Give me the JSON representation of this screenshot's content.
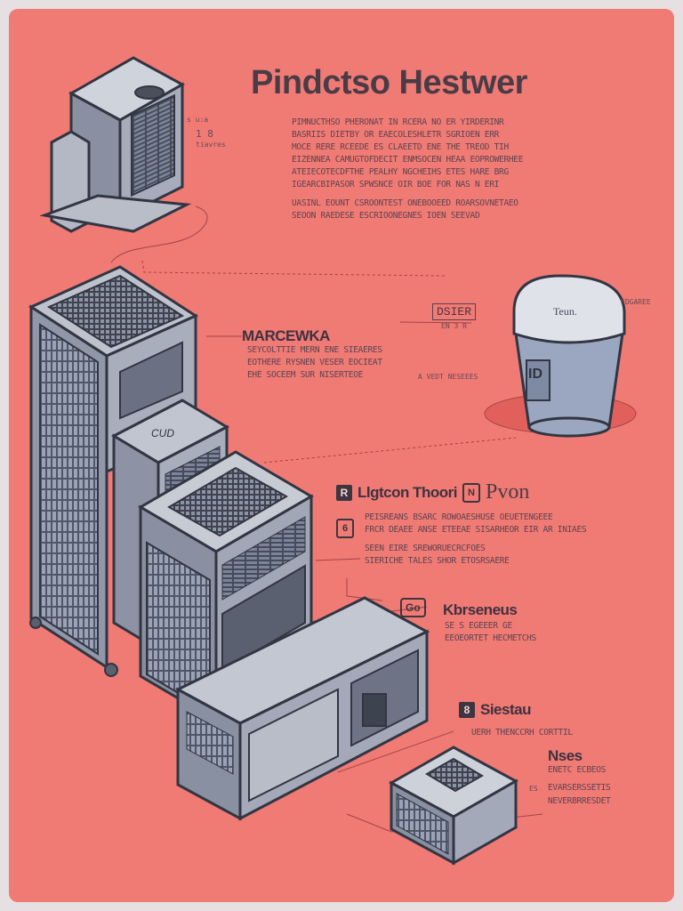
{
  "title": "Pindctso Hestwer",
  "sections": {
    "top_label_lines": [
      "s u:a",
      "1 8",
      "tiavres"
    ],
    "intro_lines": [
      "PIMNUCTHSO PHERONAT IN RCERA NO ER YIRDERINR",
      "BASRIIS DIETBY OR EAECOLESHLETR SGRIOEN ERR",
      "MOCE RERE RCEEDE ES CLAEETD ENE THE TREOD TIH",
      "EIZENNEA CAMUGTOFDECIT ENMSOCEN HEAA EOPROWERHEE",
      "ATEIECOTECDFTHE PEALHY NGCHEIHS ETES HARE BRG",
      "IGEARCBIPASOR SPWSNCE OIR BOE FOR NAS N ERI",
      "UASINL EOUNT CSROONTEST ONEBOOEED ROARSOVNETAEO",
      "SEOON RAEDESE ESCRIOONEGNES IOEN SEEVAD"
    ],
    "marketing_heading": "MARCEWKA",
    "marketing_lines": [
      "SEYCOLTTIE MERN ENE SIEAERES",
      "EOTHERE RYSNEN VESER EOCIEAT",
      "EHE SOCEEM SUR NISERTEOE"
    ],
    "storage_tag": "DSIER",
    "storage_sublabel": "EN 3 R",
    "storage_side_label": "EDGAREE",
    "bin_lid_text": "Teun.",
    "bin_face_text": "ID",
    "storage_caption": "A VEDT NESEEES",
    "cpu_label": "CUD",
    "cat_heading_left": "Llgtcon Thoori",
    "cat_heading_right": "Pvon",
    "cat_icon_left": "R",
    "cat_icon_right": "N",
    "cat_num": "6",
    "cat_lines_a": [
      "PEISREANS BSARC ROWOAESHUSE OEUETENGEEE",
      "FRCR DEAEE ANSE ETEEAE SISARHEOR EIR AR INIAES"
    ],
    "cat_lines_b": [
      "SEEN EIRE SREWORUECRCFOES",
      "SIERICHE TALES SHOR ETOSRSAERE"
    ],
    "mid_icon": "Go",
    "kernels_heading": "Kbrseneus",
    "kernels_lines": [
      "SE S EGEEER GE",
      "EEOEORTET HECMETCHS"
    ],
    "storage_num_icon": "8",
    "storage_heading": "Siestau",
    "storage_lines": [
      "UERH THENCCRH CORTTIL"
    ],
    "news_heading": "Nses",
    "news_lines": [
      "ENETC ECBEOS",
      "EVARSERSSETIS",
      "NEVERBRRESDET"
    ],
    "news_bullet": "ES"
  }
}
